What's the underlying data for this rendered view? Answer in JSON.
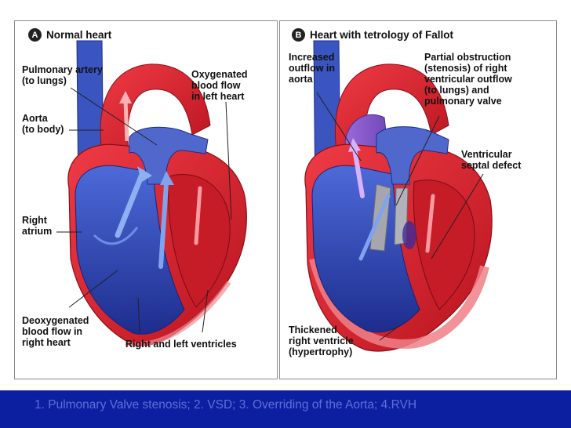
{
  "panel_a": {
    "badge": "A",
    "title": "Normal heart",
    "labels": {
      "pulmonary_artery": "Pulmonary artery\n(to lungs)",
      "oxygenated_flow": "Oxygenated\nblood flow\nin left heart",
      "aorta": "Aorta\n(to body)",
      "right_atrium": "Right\natrium",
      "deoxygenated_flow": "Deoxygenated\nblood flow in\nright heart",
      "ventricles": "Right and left ventricles"
    }
  },
  "panel_b": {
    "badge": "B",
    "title": "Heart with tetrology of Fallot",
    "labels": {
      "increased_outflow": "Increased\noutflow in\naorta",
      "partial_obstruction": "Partial obstruction\n(stenosis) of right\nventricular outflow\n(to lungs) and\npulmonary valve",
      "vsd": "Ventricular\nseptal defect",
      "thickened_rv": "Thickened\nright ventricle\n(hypertrophy)"
    }
  },
  "footer": {
    "text": "1.  Pulmonary Valve stenosis; 2. VSD; 3. Overriding of the Aorta; 4.RVH"
  },
  "colors": {
    "oxygenated_red": "#d8232e",
    "deoxygenated_blue": "#2a3fa8",
    "muscle_pink": "#e8707a",
    "footer_blue": "#0d1fa1"
  }
}
